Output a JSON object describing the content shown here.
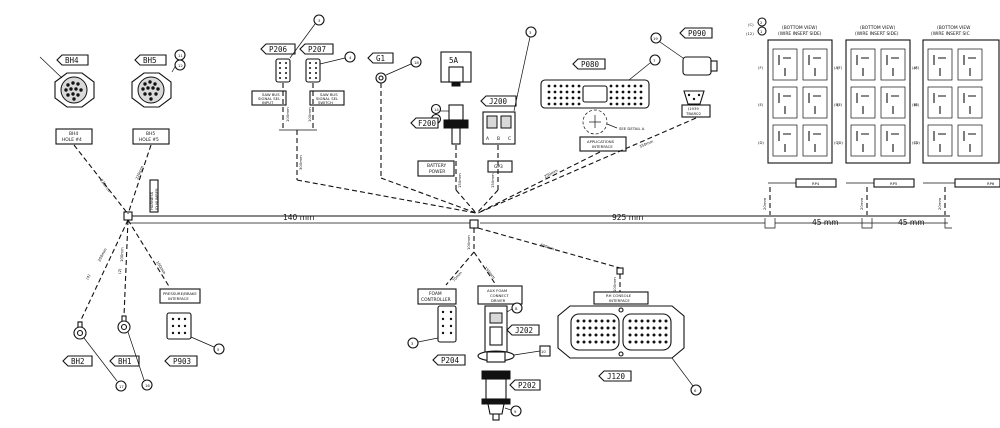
{
  "connectors": {
    "bh4": "BH4",
    "bh5": "BH5",
    "p206": "P206",
    "p207": "P207",
    "g1": "G1",
    "sa": "5A",
    "f200": "F200",
    "j200": "J200",
    "p080": "P080",
    "p090": "P090",
    "bh2": "BH2",
    "bh1": "BH1",
    "p903": "P903",
    "p204": "P204",
    "j202": "J202",
    "p202": "P202",
    "j120": "J120"
  },
  "callouts": {
    "bh4_hole": [
      "BH4",
      "HOLE #4"
    ],
    "bh5_hole": [
      "BH5",
      "HOLE #5"
    ],
    "p206_note": [
      "SAW BUS",
      "SIGNAL SEL",
      "INPUT"
    ],
    "p207_note": [
      "SAW BUS",
      "SIGNAL SEL",
      "SWITCH"
    ],
    "battery": [
      "BATTERY",
      "POWER"
    ],
    "gp3": "GP3",
    "apps": [
      "APPLICATIONS",
      "INTERFACE"
    ],
    "detail": "SEE DETAIL A",
    "j1939": [
      "J1939",
      "TBAR02"
    ],
    "harness_id": [
      "HARNESS",
      "ID NUMBER"
    ],
    "pressure": [
      "PRESSURE/BRAKE",
      "INTERFACE"
    ],
    "foam": [
      "FOAM",
      "CONTROLLER"
    ],
    "aux_foam": [
      "AUX FOAM",
      "CONNECT",
      "DRIVER"
    ],
    "rh_console": [
      "RH CONSOLE",
      "INTERFACE"
    ]
  },
  "balloons": {
    "n3a": "3",
    "n4": "4",
    "n18": "18",
    "n14": "14",
    "n15": "15",
    "n3b": "3",
    "n7": "7",
    "n19": "19",
    "n11": "11",
    "n12": "12",
    "n2": "2",
    "n1": "1",
    "n5": "5",
    "n17": "17",
    "n16": "16",
    "n3c": "3",
    "n8a": "8",
    "n10": "10",
    "n9": "9",
    "n6": "6"
  },
  "dimensions": {
    "d140": "140 mm",
    "d925": "925 mm",
    "d45a": "45 mm",
    "d45b": "45 mm",
    "d20a": "20mm",
    "d20b": "20mm",
    "d20c": "20mm",
    "d220a": "220mm",
    "d220b": "220mm",
    "d300": "300mm",
    "d150a": "150mm",
    "d150b": "150mm",
    "d200a": "200mm",
    "d250": "250mm",
    "d350": "350mm",
    "d100a": "100mm",
    "d100b": "100mm",
    "d100c": "100mm",
    "d100d": "100mm",
    "d100e": "100mm",
    "d100f": "100mm",
    "d70": "70mm",
    "d150c": "150mm",
    "d600": "600mm",
    "d4": "(4)",
    "d2": "(2)"
  },
  "bottom_views": {
    "heading": [
      "(BOTTOM VIEW)",
      "(WIRE INSERT SIDE)"
    ],
    "heading_cut": [
      "(BOTTOM VIEW",
      "(WIRE INSERT SIC"
    ],
    "cavity_left": [
      "(F)",
      "(E)",
      "(D)"
    ],
    "cavity_right": [
      "(A)",
      "(B)",
      "(C)"
    ],
    "pins_left": [
      "(C)",
      "(12)"
    ],
    "labels": [
      "RP4",
      "RP5",
      "RP6"
    ]
  }
}
